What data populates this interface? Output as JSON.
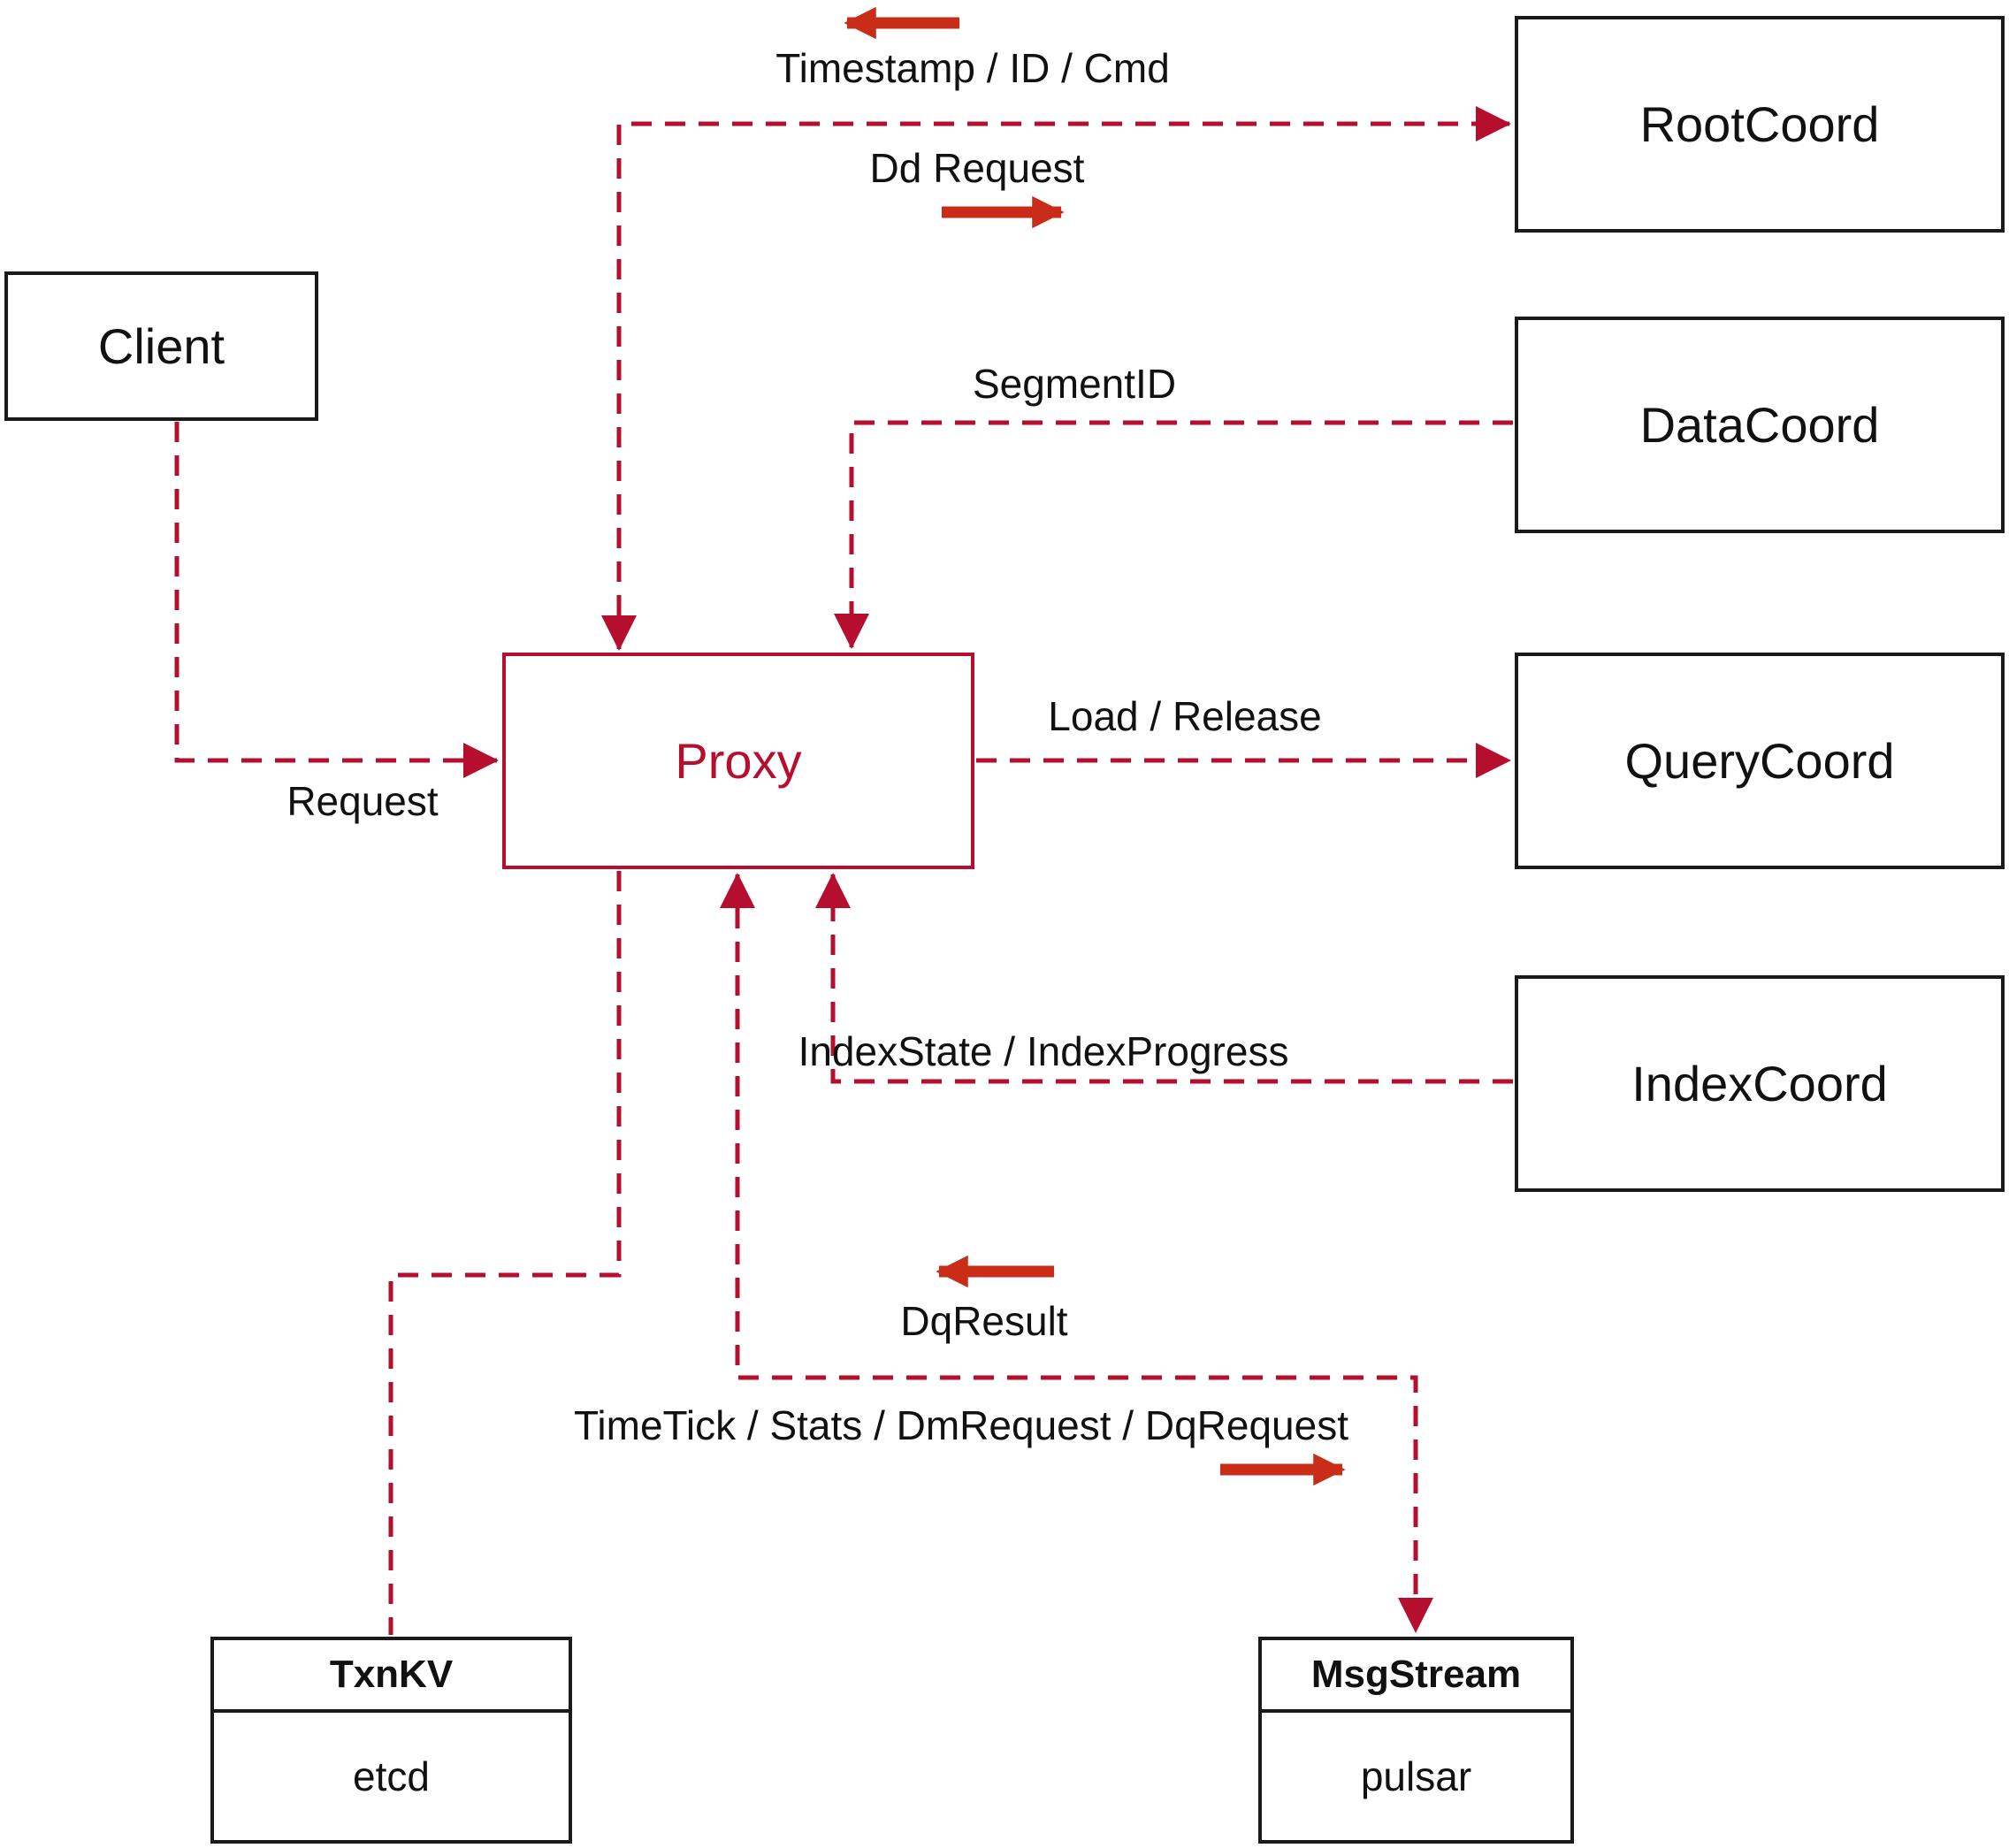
{
  "nodes": {
    "client": {
      "label": "Client"
    },
    "proxy": {
      "label": "Proxy"
    },
    "root_coord": {
      "label": "RootCoord"
    },
    "data_coord": {
      "label": "DataCoord"
    },
    "query_coord": {
      "label": "QueryCoord"
    },
    "index_coord": {
      "label": "IndexCoord"
    },
    "txn_kv": {
      "title": "TxnKV",
      "subtitle": "etcd"
    },
    "msg_stream": {
      "title": "MsgStream",
      "subtitle": "pulsar"
    }
  },
  "edge_labels": {
    "timestamp": "Timestamp / ID / Cmd",
    "dd_request": "Dd Request",
    "segment_id": "SegmentID",
    "load_release": "Load / Release",
    "index_state": "IndexState / IndexProgress",
    "request": "Request",
    "dq_result": "DqResult",
    "time_tick": "TimeTick / Stats / DmRequest / DqRequest"
  },
  "colors": {
    "dashed_line": "#b60e2f",
    "solid_arrow": "#c92d18",
    "box_border": "#1a1a1a",
    "text": "#111111",
    "background": "#ffffff"
  }
}
